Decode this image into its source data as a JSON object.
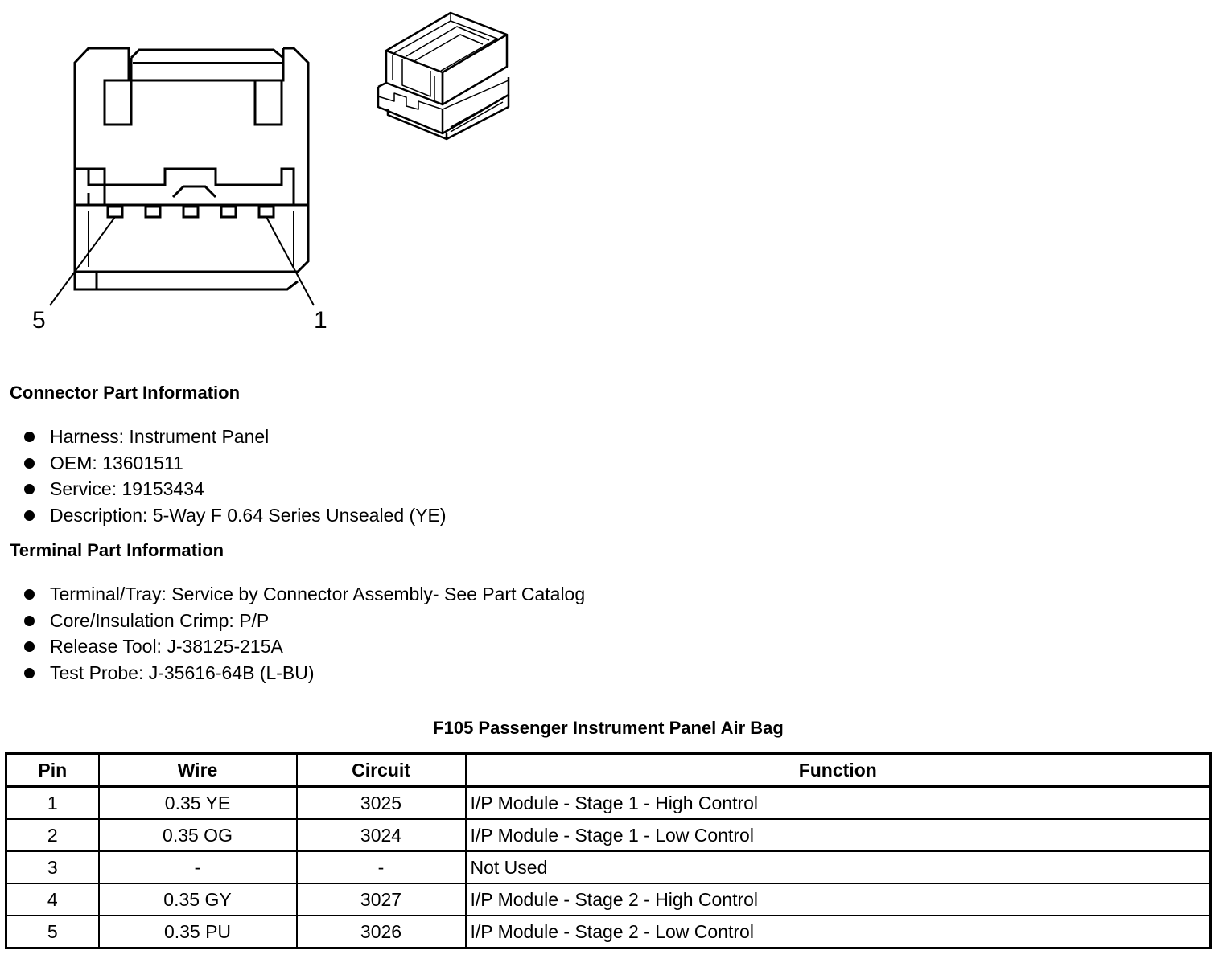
{
  "diagram": {
    "pin_labels": {
      "left": "5",
      "right": "1"
    }
  },
  "connector_info": {
    "heading": "Connector Part Information",
    "items": [
      "Harness: Instrument Panel",
      "OEM: 13601511",
      "Service: 19153434",
      "Description: 5-Way F 0.64 Series Unsealed (YE)"
    ]
  },
  "terminal_info": {
    "heading": "Terminal Part Information",
    "items": [
      "Terminal/Tray: Service by Connector Assembly- See Part Catalog",
      "Core/Insulation Crimp: P/P",
      "Release Tool: J-38125-215A",
      "Test Probe: J-35616-64B (L-BU)"
    ]
  },
  "table": {
    "title": "F105 Passenger Instrument Panel Air Bag",
    "headers": [
      "Pin",
      "Wire",
      "Circuit",
      "Function"
    ],
    "rows": [
      [
        "1",
        "0.35 YE",
        "3025",
        "I/P Module - Stage 1 - High Control"
      ],
      [
        "2",
        "0.35 OG",
        "3024",
        "I/P Module - Stage 1 - Low Control"
      ],
      [
        "3",
        "-",
        "-",
        "Not Used"
      ],
      [
        "4",
        "0.35 GY",
        "3027",
        "I/P Module - Stage 2 - High Control"
      ],
      [
        "5",
        "0.35 PU",
        "3026",
        "I/P Module - Stage 2 - Low Control"
      ]
    ]
  }
}
